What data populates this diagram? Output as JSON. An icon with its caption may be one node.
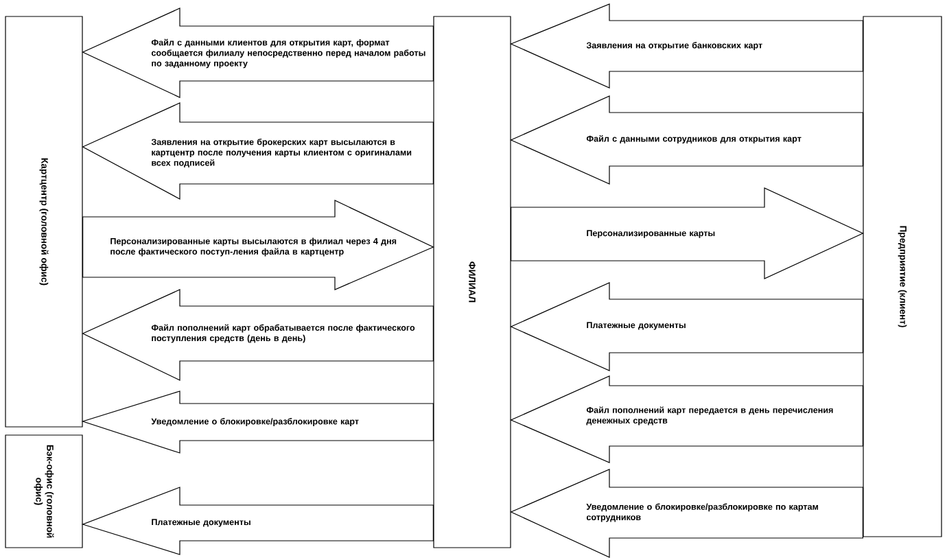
{
  "diagram": {
    "nodes": [
      {
        "text": [
          "Картцентр (головной офис)"
        ]
      },
      {
        "text": [
          "Бэк-офис (головной офис)"
        ]
      },
      {
        "text": [
          "ФИЛИАЛ"
        ]
      },
      {
        "text": [
          "Предприятие (клиент)"
        ]
      }
    ],
    "edges": [
      {
        "from": 2,
        "to": 0,
        "arrow": "to",
        "label": "Файл с данными клиентов для открытия карт, формат сообщается филиалу непосредственно перед началом работы по заданному проекту"
      },
      {
        "from": 2,
        "to": 0,
        "arrow": "to",
        "label": "Заявления на открытие брокерских карт высылаются в картцентр после получения карты клиентом с оригиналами всех подписей"
      },
      {
        "from": 0,
        "to": 2,
        "arrow": "to",
        "label": "Персонализированные карты высылаются в филиал через 4 дня после фактического поступ-ления файла в картцентр"
      },
      {
        "from": 2,
        "to": 0,
        "arrow": "to",
        "label": "Файл пополнений карт обрабатывается после фактического поступления средств (день в день)"
      },
      {
        "from": 2,
        "to": 0,
        "arrow": "to",
        "label": "Уведомление о блокировке/разблокировке карт"
      },
      {
        "from": 2,
        "to": 1,
        "arrow": "to",
        "label": "Платежные документы"
      },
      {
        "from": 3,
        "to": 2,
        "arrow": "to",
        "label": "Заявления на открытие банковских карт"
      },
      {
        "from": 3,
        "to": 2,
        "arrow": "to",
        "label": "Файл с данными сотрудников для открытия карт"
      },
      {
        "from": 2,
        "to": 3,
        "arrow": "to",
        "label": "Персонализированные карты"
      },
      {
        "from": 3,
        "to": 2,
        "arrow": "to",
        "label": "Платежные документы"
      },
      {
        "from": 3,
        "to": 2,
        "arrow": "to",
        "label": "Файл пополнений карт передается в день перечисления денежных средств"
      },
      {
        "from": 3,
        "to": 2,
        "arrow": "to",
        "label": "Уведомление о блокировке/разблокировке по картам сотрудников"
      }
    ]
  }
}
